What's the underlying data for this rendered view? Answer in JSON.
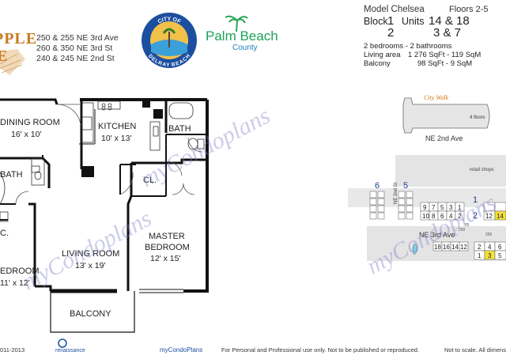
{
  "brand_left": {
    "word_top": "PPLE",
    "word_bottom": "E"
  },
  "addresses": [
    "250 & 255 NE 3rd Ave",
    "260 & 350 NE 3rd St",
    "240 & 245 NE 2nd St"
  ],
  "seal": {
    "top_text": "CITY OF",
    "bottom_text": "DELRAY BEACH"
  },
  "palm_beach": {
    "title": "Palm Beach",
    "subtitle": "County"
  },
  "model": {
    "label": "Model Chelsea",
    "floors": "Floors 2-5",
    "block_label": "Block",
    "blocks": [
      "1",
      "2"
    ],
    "units_label": "Units",
    "units_row1": "14 & 18",
    "units_row2": "3 & 7",
    "bed_bath": "2 bedrooms - 2 bathrooms",
    "living_label": "Living area",
    "living_value": "1 276 SqFt - 119 SqM",
    "balcony_label": "Balcony",
    "balcony_value": "98 SqFt -   9 SqM"
  },
  "rooms": {
    "dining": {
      "name": "DINING ROOM",
      "dim": "16' x 10'"
    },
    "kitchen": {
      "name": "KITCHEN",
      "dim": "10' x 13'"
    },
    "bath1": {
      "name": "BATH"
    },
    "bath2": {
      "name": "BATH"
    },
    "closet": {
      "name": "CL."
    },
    "closet2": {
      "name": "C."
    },
    "living": {
      "name": "LIVING ROOM",
      "dim": "13' x 19'"
    },
    "master": {
      "name": "MASTER",
      "name2": "BEDROOM",
      "dim": "12' x 15'"
    },
    "bedroom": {
      "name": "EDROOM",
      "dim": "11' x 12'"
    },
    "balcony": {
      "name": "BALCONY"
    }
  },
  "site": {
    "floors_note": "4 floors",
    "logo": "City Walk",
    "street_top": "NE 2nd Ave",
    "street_side": "NE 2nd St",
    "street_mid": "NE 3rd Ave",
    "shops": "retail shops",
    "block_numbers": [
      "6",
      "5",
      "1",
      "2"
    ],
    "unit_row_a": [
      "9",
      "7",
      "5",
      "3",
      "1"
    ],
    "unit_row_b": [
      "10",
      "8",
      "6",
      "4",
      "2"
    ],
    "unit_row_c": [
      "12",
      "14"
    ],
    "unit_row_d": [
      "18",
      "16",
      "14",
      "12"
    ],
    "unit_row_e": [
      "2",
      "4",
      "6"
    ],
    "unit_row_f": [
      "1",
      "3",
      "5"
    ],
    "street_nums": [
      "25",
      "250",
      "255"
    ],
    "highlight_color": "#f5e23a"
  },
  "watermark_text": "myCondoplans",
  "footer": {
    "copyright": "011-2013",
    "developer": "renaissance",
    "brand": "myCondoPlans",
    "disclaimer": "For Personal and Professional use only.  Not to be published or reproduced.",
    "scale_note": "Not to scale.  All dimens"
  }
}
